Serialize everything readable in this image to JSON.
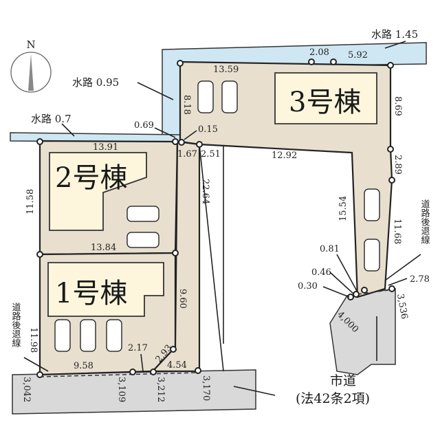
{
  "compass": {
    "north": "N"
  },
  "buildings": [
    {
      "label": "1号棟"
    },
    {
      "label": "2号棟"
    },
    {
      "label": "3号棟"
    }
  ],
  "waterways": [
    {
      "label": "水路 1.45"
    },
    {
      "label": "水路 0.95"
    },
    {
      "label": "水路 0.7"
    }
  ],
  "setback_label": "道路後退線",
  "road": {
    "name": "市道",
    "law": "(法42条2項)"
  },
  "dimensions": {
    "d2_08": "2.08",
    "d5_92": "5.92",
    "d13_59": "13.59",
    "d8_18": "8.18",
    "d8_69": "8.69",
    "d0_69": "0.69",
    "d0_15": "0.15",
    "d1_67": "1.67",
    "d2_51": "2.51",
    "d12_92": "12.92",
    "d2_89": "2.89",
    "d13_91": "13.91",
    "d11_58": "11.58",
    "d15_54": "15.54",
    "d11_68": "11.68",
    "d13_84": "13.84",
    "d22_64": "22.64",
    "d0_81": "0.81",
    "d0_46": "0.46",
    "d0_30": "0.30",
    "d2_78": "2.78",
    "d3_536": "3,536",
    "d4_000": "4,000",
    "d9_60": "9.60",
    "d11_98": "11.98",
    "d9_58": "9.58",
    "d2_17": "2.17",
    "d2_93": "2.93",
    "d4_54": "4.54",
    "d3_042": "3,042",
    "d3_109": "3,109",
    "d3_212": "3,212",
    "d3_170": "3,170"
  }
}
